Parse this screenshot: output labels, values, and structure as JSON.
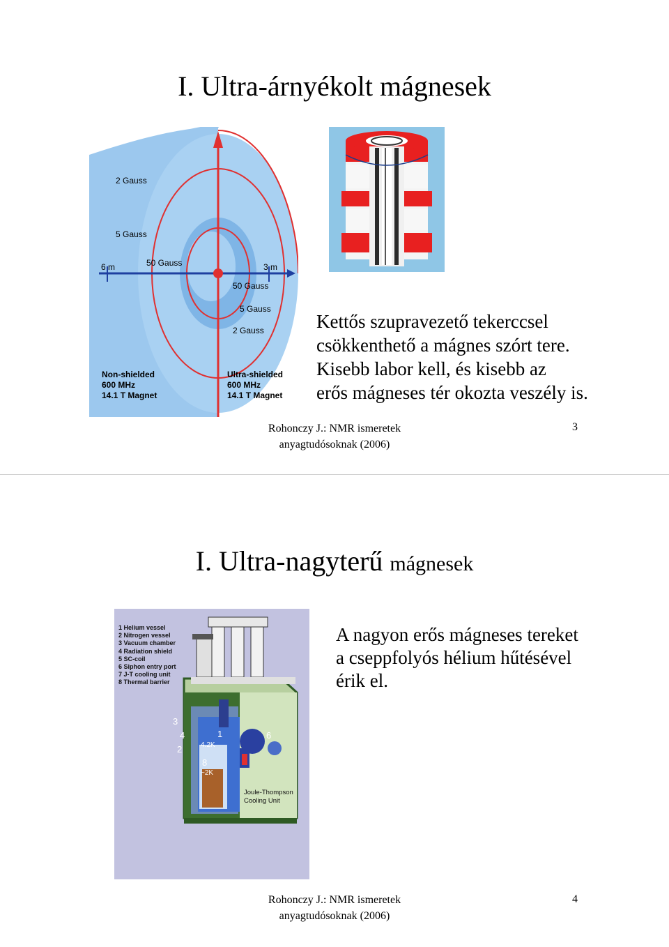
{
  "slide3": {
    "title": "I. Ultra-árnyékolt mágnesek",
    "field_figure": {
      "labels": {
        "g2_outer": "2 Gauss",
        "g5_outer": "5 Gauss",
        "m6": "6 m",
        "g50_left": "50 Gauss",
        "m3": "3 m",
        "g50_inner": "50 Gauss",
        "g5_inner": "5 Gauss",
        "g2_inner": "2 Gauss"
      },
      "nonshielded": [
        "Non-shielded",
        "600 MHz",
        "14.1 T Magnet"
      ],
      "ultrashielded": [
        "Ultra-shielded",
        "600 MHz",
        "14.1 T Magnet"
      ]
    },
    "text_lines": [
      "Kettős szupravezető tekerccsel",
      "csökkenthető a  mágnes szórt tere.",
      "Kisebb labor kell, és kisebb az",
      "erős mágneses tér okozta veszély is."
    ],
    "footer_line1": "Rohonczy J.: NMR ismeretek",
    "footer_line2": "anyagtudósoknak (2006)",
    "page_number": "3"
  },
  "slide4": {
    "title_main": "I. Ultra-nagyterű",
    "title_small": "mágnesek",
    "legend": [
      "1 Helium vessel",
      "2 Nitrogen vessel",
      "3 Vacuum chamber",
      "4 Radiation shield",
      "5 SC-coil",
      "6 Siphon entry port",
      "7 J-T cooling unit",
      "8 Thermal barrier"
    ],
    "cryo_labels": {
      "n3": "3",
      "n4": "4",
      "n2": "2",
      "n1": "1",
      "t42": "4.2K",
      "n8": "8",
      "t2": "~2K",
      "n6": "6",
      "jt1": "Joule-Thompson",
      "jt2": "Cooling Unit"
    },
    "text_lines": [
      "A nagyon erős mágneses tereket",
      "a cseppfolyós hélium hűtésével",
      "érik el."
    ],
    "footer_line1": "Rohonczy J.: NMR ismeretek",
    "footer_line2": "anyagtudósoknak (2006)",
    "page_number": "4"
  }
}
